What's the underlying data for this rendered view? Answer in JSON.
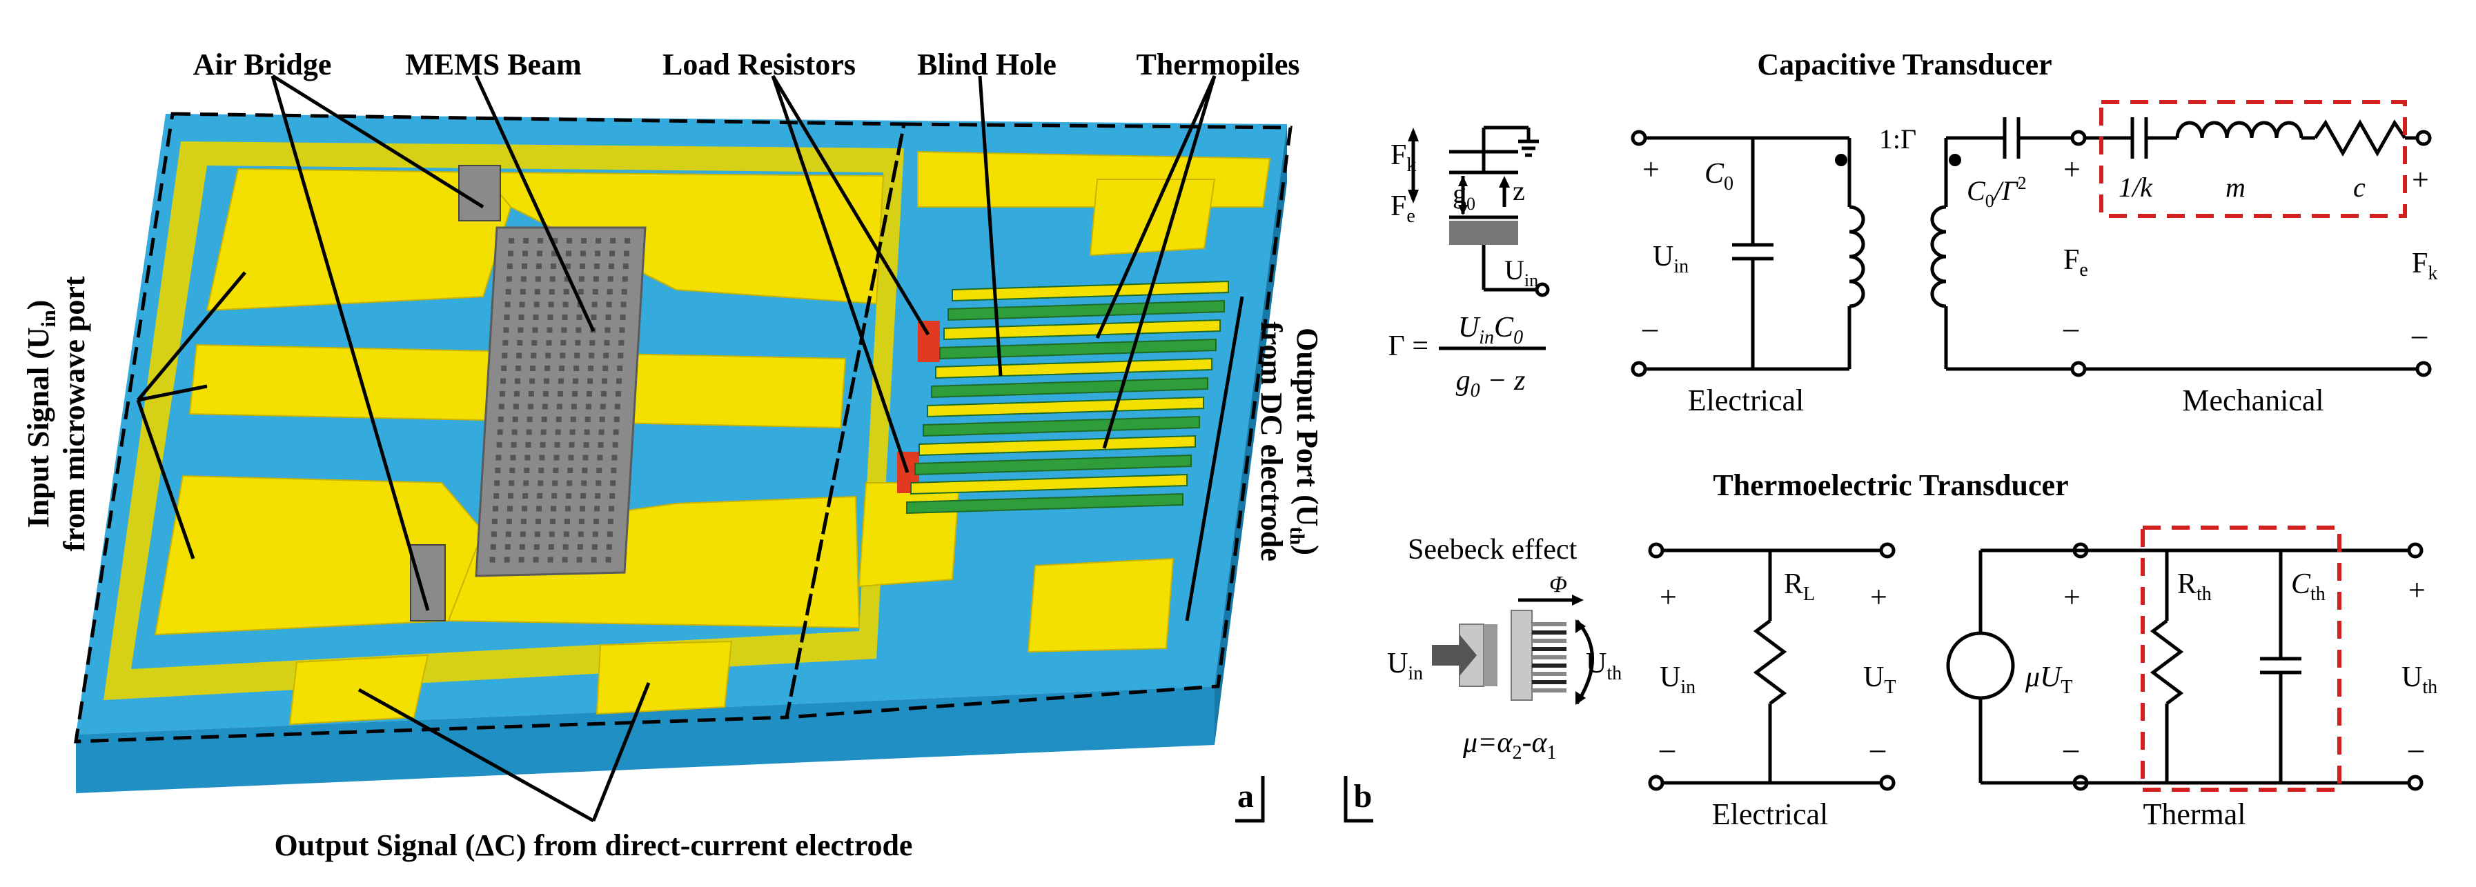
{
  "panel_a": {
    "tag": "a",
    "callouts": {
      "air_bridge": "Air Bridge",
      "mems_beam": "MEMS Beam",
      "load_resistors": "Load Resistors",
      "blind_hole": "Blind Hole",
      "thermopiles": "Thermopiles"
    },
    "input_signal_line1": "Input  Signal (U",
    "input_signal_sub": "in",
    "input_signal_close": ")",
    "input_signal_line2": "from microwave port",
    "output_port_line1": "Output Port (U",
    "output_port_sub": "th",
    "output_port_close": ")",
    "output_port_line2": "from DC electrode",
    "output_signal": "Output Signal (ΔC) from direct-current electrode"
  },
  "panel_b": {
    "tag": "b",
    "capacitive": {
      "title": "Capacitive Transducer",
      "fk_main": "F",
      "fk_sub": "k",
      "fe_main": "F",
      "fe_sub": "e",
      "g0_main": "g",
      "g0_sub": "0",
      "z": "z",
      "uin_main": "U",
      "uin_sub": "in",
      "gamma_lhs": "Γ =",
      "gamma_num_a": "U",
      "gamma_num_a_sub": "in",
      "gamma_num_b": "C",
      "gamma_num_b_sub": "0",
      "gamma_den_a": "g",
      "gamma_den_a_sub": "0",
      "gamma_den_b": " − z",
      "plus": "+",
      "minus": "–",
      "c0_main": "C",
      "c0_sub": "0",
      "ratio": "1:Γ",
      "c0g2": "C",
      "c0g2_sub": "0",
      "c0g2_tail": "/Γ",
      "c0g2_sup": "2",
      "inv_k": "1/k",
      "m": "m",
      "c": "c",
      "electrical": "Electrical",
      "mechanical": "Mechanical"
    },
    "thermoelectric": {
      "title": "Thermoelectric Transducer",
      "seebeck": "Seebeck effect",
      "phi": "Φ",
      "uin_main": "U",
      "uin_sub": "in",
      "uth_main": "U",
      "uth_sub": "th",
      "mu_formula": "μ=α",
      "mu_a2_sub": "2",
      "mu_mid": "-α",
      "mu_a1_sub": "1",
      "rl_main": "R",
      "rl_sub": "L",
      "ut_main": "U",
      "ut_sub": "T",
      "mu_ut_main": "μU",
      "mu_ut_sub": "T",
      "rth_main": "R",
      "rth_sub": "th",
      "cth_main": "C",
      "cth_sub": "th",
      "plus": "+",
      "minus": "–",
      "electrical": "Electrical",
      "thermal": "Thermal"
    }
  }
}
